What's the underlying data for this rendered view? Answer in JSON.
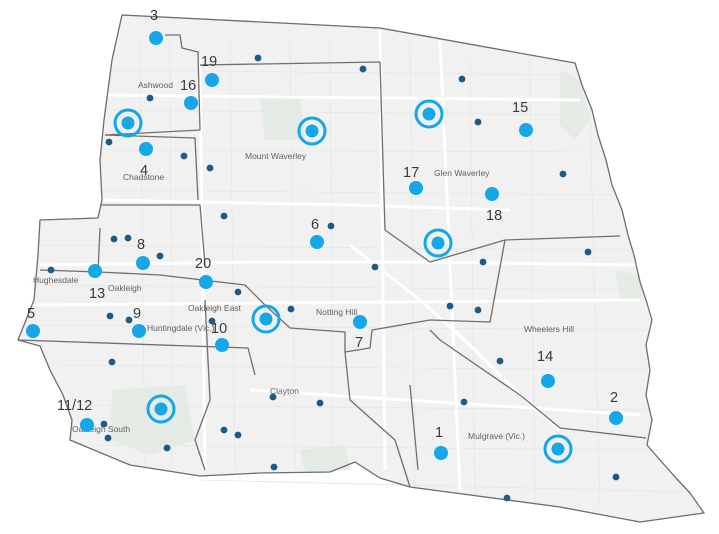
{
  "colors": {
    "land": "#f1f1f1",
    "park": "#e4ebe4",
    "boundary": "#6f6f6f",
    "site_blue": "#16a7e8",
    "small_dot": "#1e5a84"
  },
  "suburbs": [
    {
      "name": "Ashwood"
    },
    {
      "name": "Mount Waverley"
    },
    {
      "name": "Chadstone"
    },
    {
      "name": "Glen Waverley"
    },
    {
      "name": "Hughesdale"
    },
    {
      "name": "Oakleigh"
    },
    {
      "name": "Oakleigh East"
    },
    {
      "name": "Notting Hill"
    },
    {
      "name": "Wheelers Hill"
    },
    {
      "name": "Huntingdale (Vic.)"
    },
    {
      "name": "Clayton"
    },
    {
      "name": "Oakleigh South"
    },
    {
      "name": "Mulgrave (Vic.)"
    }
  ],
  "numbered_sites": [
    {
      "label": "3"
    },
    {
      "label": "19"
    },
    {
      "label": "16"
    },
    {
      "label": "4"
    },
    {
      "label": "15"
    },
    {
      "label": "17"
    },
    {
      "label": "18"
    },
    {
      "label": "6"
    },
    {
      "label": "8"
    },
    {
      "label": "20"
    },
    {
      "label": "13"
    },
    {
      "label": "9"
    },
    {
      "label": "5"
    },
    {
      "label": "10"
    },
    {
      "label": "7"
    },
    {
      "label": "14"
    },
    {
      "label": "2"
    },
    {
      "label": "11/12"
    },
    {
      "label": "1"
    }
  ],
  "ringed_sites_count": 7,
  "small_dots_count": 38
}
